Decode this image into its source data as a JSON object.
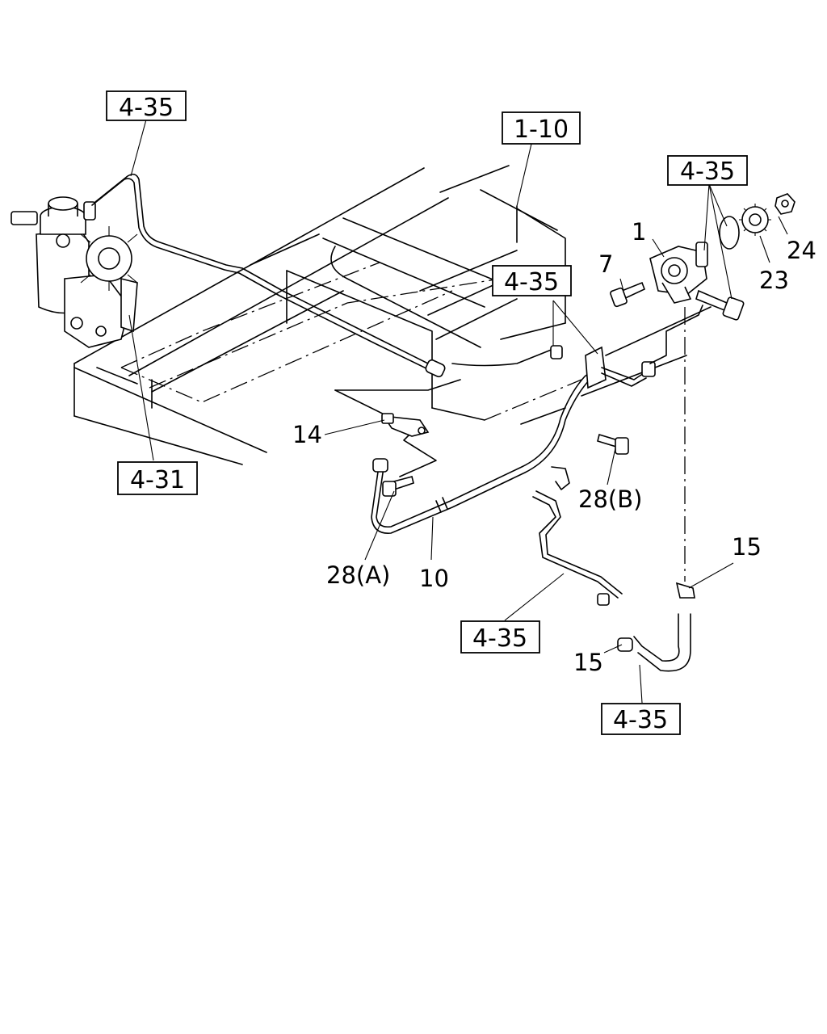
{
  "references": {
    "r1": "4-35",
    "r2": "1-10",
    "r3": "4-35",
    "r4": "4-35",
    "r5": "4-31",
    "r6": "4-35",
    "r7": "4-35"
  },
  "callouts": {
    "c1": "1",
    "c7": "7",
    "c14": "14",
    "c24": "24",
    "c23": "23",
    "c28b": "28(B)",
    "c15a": "15",
    "c28a": "28(A)",
    "c10": "10",
    "c15b": "15"
  }
}
